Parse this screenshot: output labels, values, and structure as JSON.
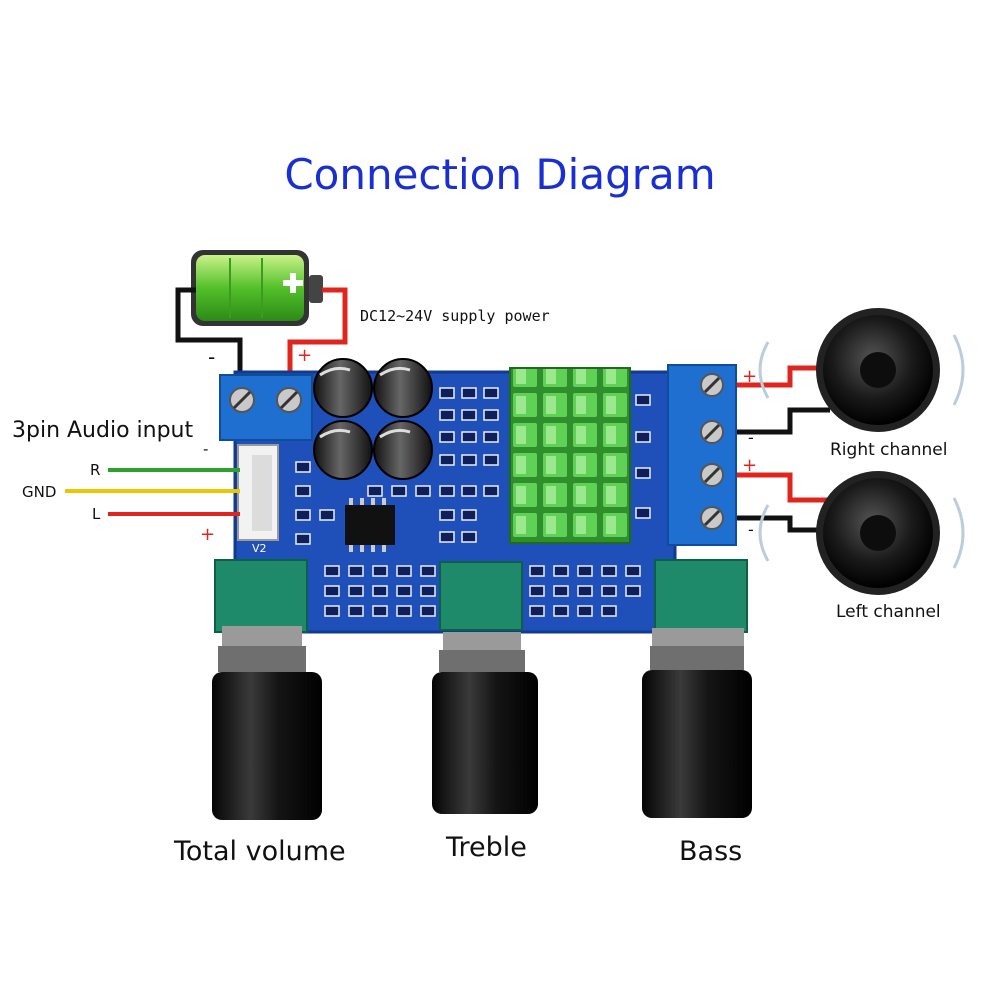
{
  "title": "Connection Diagram",
  "power": {
    "label": "DC12~24V supply power",
    "minus": "-",
    "plus": "+"
  },
  "audio_input": {
    "label": "3pin Audio input",
    "pins": [
      "R",
      "GND",
      "L"
    ],
    "minus": "-",
    "plus": "+"
  },
  "board": {
    "marking": "V2"
  },
  "speakers": [
    {
      "label": "Right channel",
      "plus": "+",
      "minus": "-"
    },
    {
      "label": "Left channel",
      "plus": "+",
      "minus": "-"
    }
  ],
  "knobs": [
    "Total volume",
    "Treble",
    "Bass"
  ],
  "colors": {
    "title": "#1a2fd0",
    "board": "#1f4fb8",
    "wire_red": "#e0261c",
    "wire_black": "#111111",
    "wire_green": "#2ea02e",
    "wire_yellow": "#e8c800",
    "heatsink": "#4fc24a"
  }
}
